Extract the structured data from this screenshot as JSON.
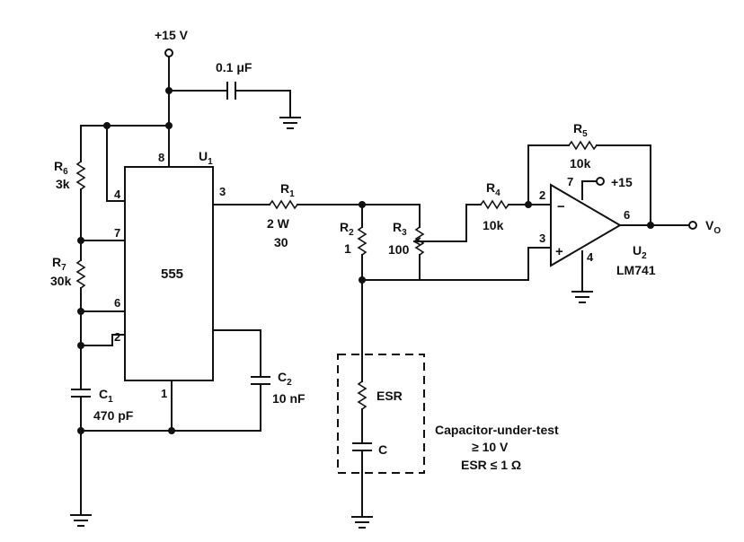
{
  "supply_top": "+15 V",
  "bypass_cap": {
    "value": "0.1 μF"
  },
  "timer": {
    "ref_main": "U",
    "ref_sub": "1",
    "part": "555",
    "pins": {
      "p8": "8",
      "p4": "4",
      "p3": "3",
      "p7": "7",
      "p6": "6",
      "p2": "2",
      "p1": "1"
    }
  },
  "r6": {
    "ref_main": "R",
    "ref_sub": "6",
    "value": "3k"
  },
  "r7": {
    "ref_main": "R",
    "ref_sub": "7",
    "value": "30k"
  },
  "c1": {
    "ref_main": "C",
    "ref_sub": "1",
    "value": "470 pF"
  },
  "c2": {
    "ref_main": "C",
    "ref_sub": "2",
    "value": "10 nF"
  },
  "r1": {
    "ref_main": "R",
    "ref_sub": "1",
    "power": "2 W",
    "value": "30"
  },
  "r2": {
    "ref_main": "R",
    "ref_sub": "2",
    "value": "1"
  },
  "r3": {
    "ref_main": "R",
    "ref_sub": "3",
    "value": "100"
  },
  "r4": {
    "ref_main": "R",
    "ref_sub": "4",
    "value": "10k"
  },
  "r5": {
    "ref_main": "R",
    "ref_sub": "5",
    "value": "10k"
  },
  "opamp": {
    "ref_main": "U",
    "ref_sub": "2",
    "part": "LM741",
    "supply": "+15",
    "minus": "−",
    "plus": "+",
    "pins": {
      "p2": "2",
      "p3": "3",
      "p7": "7",
      "p4": "4",
      "p6": "6"
    }
  },
  "output": {
    "label_main": "V",
    "label_sub": "O"
  },
  "dut": {
    "esr_label": "ESR",
    "cap_label": "C",
    "title": "Capacitor-under-test",
    "spec_voltage": "≥ 10 V",
    "spec_esr": "ESR ≤ 1 Ω"
  }
}
